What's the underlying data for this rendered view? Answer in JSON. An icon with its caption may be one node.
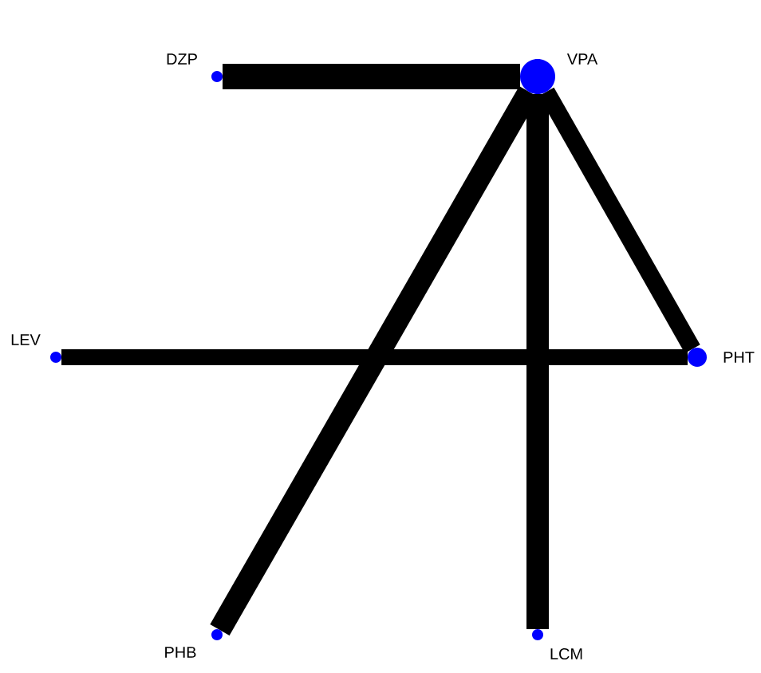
{
  "diagram": {
    "nodes": [
      {
        "text": [
          "DZP"
        ]
      },
      {
        "text": [
          "VPA"
        ]
      },
      {
        "text": [
          "LEV"
        ]
      },
      {
        "text": [
          "PHT"
        ]
      },
      {
        "text": [
          "PHB"
        ]
      },
      {
        "text": [
          "LCM"
        ]
      }
    ],
    "edges": [
      {
        "from": 0,
        "to": 1,
        "arrow": "none"
      },
      {
        "from": 1,
        "to": 4,
        "arrow": "none"
      },
      {
        "from": 1,
        "to": 5,
        "arrow": "none"
      },
      {
        "from": 1,
        "to": 3,
        "arrow": "none"
      },
      {
        "from": 2,
        "to": 3,
        "arrow": "none"
      }
    ]
  }
}
